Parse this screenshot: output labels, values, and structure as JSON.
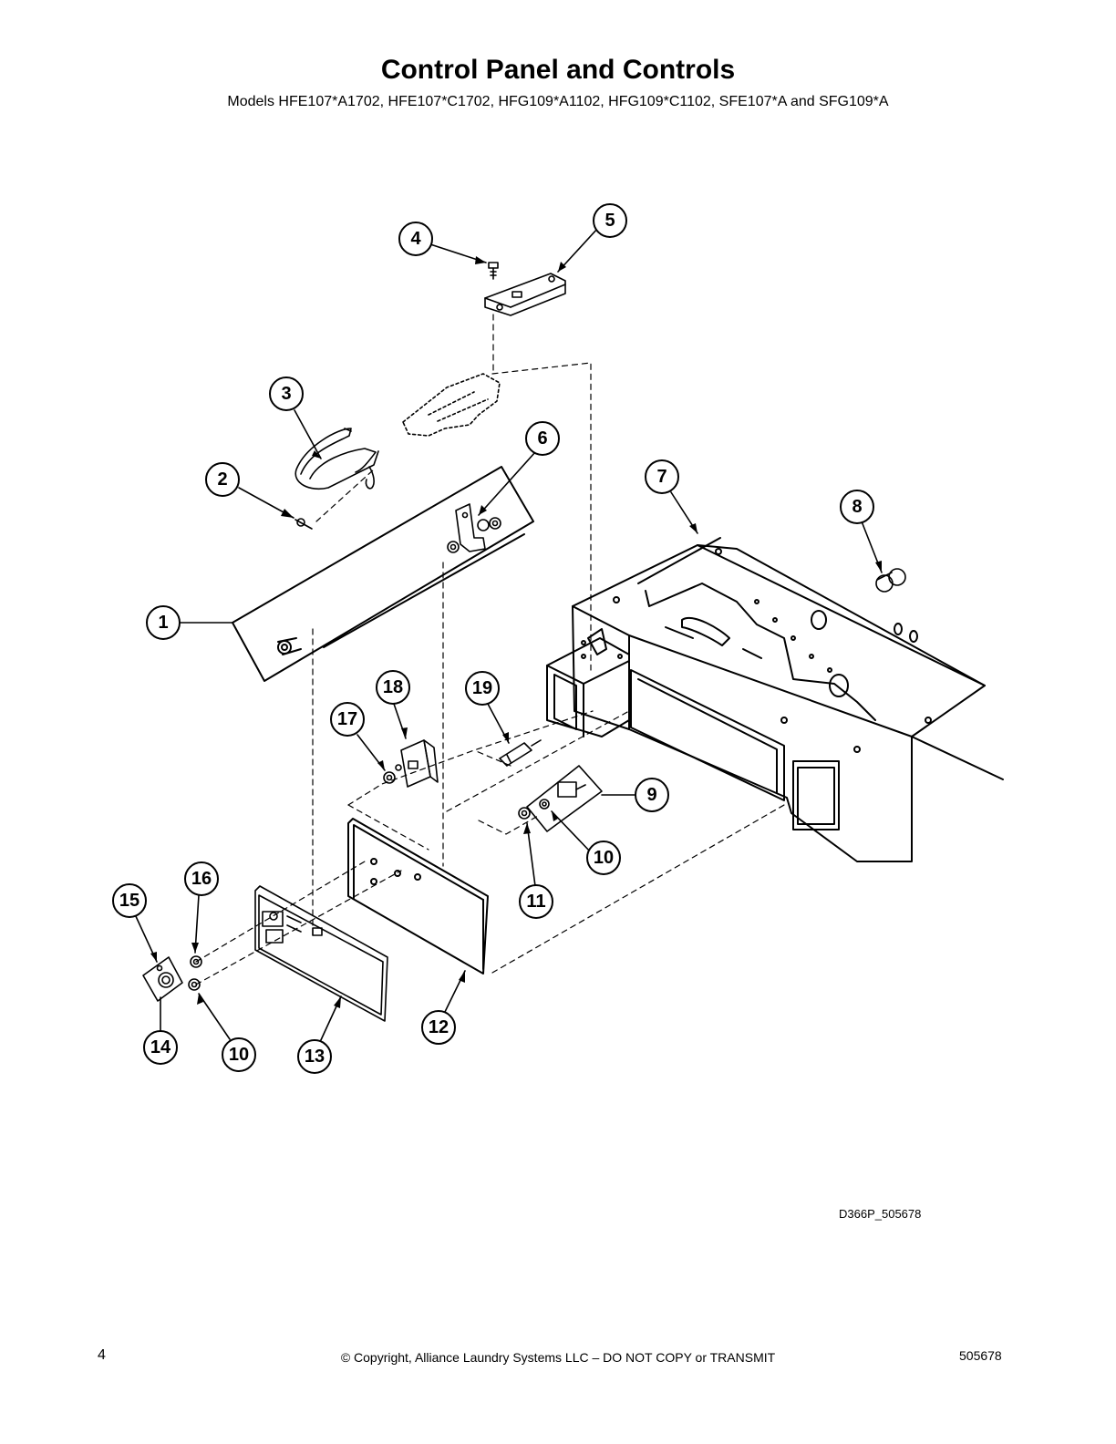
{
  "header": {
    "title": "Control Panel and Controls",
    "subtitle": "Models HFE107*A1702, HFE107*C1702, HFG109*A1102, HFG109*C1102, SFE107*A and SFG109*A"
  },
  "diagram": {
    "callouts": [
      "1",
      "2",
      "3",
      "4",
      "5",
      "6",
      "7",
      "8",
      "9",
      "10",
      "11",
      "12",
      "13",
      "14",
      "15",
      "16",
      "17",
      "18",
      "19",
      "10"
    ],
    "reference": "D366P_505678"
  },
  "footer": {
    "page_number": "4",
    "copyright": "© Copyright, Alliance Laundry Systems LLC – DO NOT COPY or TRANSMIT",
    "doc_number": "505678"
  }
}
